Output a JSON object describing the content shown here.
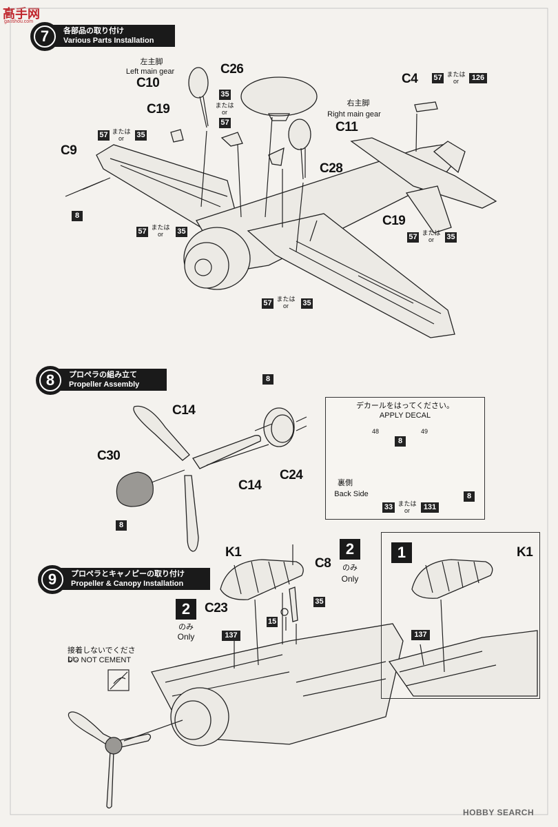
{
  "watermark": {
    "site_name": "高手网",
    "site_url": "gaoshou.com",
    "footer": "HOBBY SEARCH"
  },
  "step7": {
    "number": "7",
    "title_ja": "各部品の取り付け",
    "title_en": "Various Parts Installation",
    "left_gear_ja": "左主脚",
    "left_gear_en": "Left main gear",
    "right_gear_ja": "右主脚",
    "right_gear_en": "Right main gear",
    "parts": [
      "C10",
      "C19",
      "C9",
      "C26",
      "C11",
      "C28",
      "C4",
      "C19"
    ],
    "paint": [
      "57",
      "35",
      "126",
      "8"
    ],
    "or_ja": "または",
    "or_en": "or"
  },
  "step8": {
    "number": "8",
    "title_ja": "プロペラの組み立て",
    "title_en": "Propeller Assembly",
    "parts": [
      "C14",
      "C30",
      "C14",
      "C24"
    ],
    "paint": [
      "8",
      "8"
    ],
    "decal_box": {
      "text_ja": "デカールをはってください。",
      "text_en": "APPLY DECAL",
      "decal_left": "48",
      "decal_right": "49",
      "paint_front": "8",
      "back_side_ja": "裏側",
      "back_side_en": "Back Side",
      "paint_back_a": "33",
      "paint_back_b": "131",
      "paint_tip": "8",
      "or_ja": "または",
      "or_en": "or"
    }
  },
  "step9": {
    "number": "9",
    "title_ja": "プロペラとキャノピーの取り付け",
    "title_en": "Propeller & Canopy Installation",
    "parts": [
      "K1",
      "C8",
      "C23"
    ],
    "option2_num": "2",
    "only_ja": "のみ",
    "only_en": "Only",
    "paint": [
      "35",
      "15",
      "137"
    ],
    "no_cement_ja": "接着しないでください。",
    "no_cement_en": "DO NOT CEMENT",
    "option1_num": "1",
    "option1_part": "K1",
    "option1_paint": "137"
  }
}
